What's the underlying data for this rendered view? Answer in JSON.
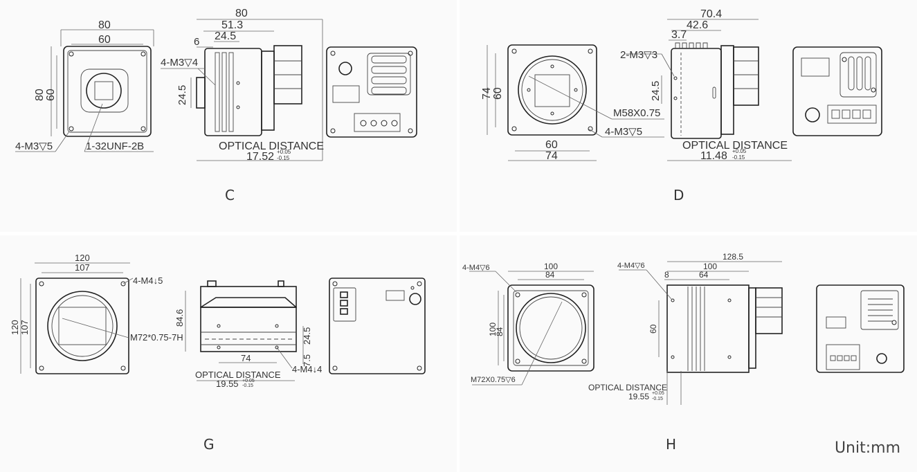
{
  "panels": {
    "c": {
      "letter": "C",
      "front": {
        "w": "80",
        "inner": "60",
        "h": "80",
        "h_inner": "60",
        "mount_holes": "4-M3▽5",
        "thread": "1-32UNF-2B"
      },
      "side": {
        "total": "80",
        "body": "51.3",
        "step": "24.5",
        "flange": "6",
        "holes": "4-M3▽4",
        "height": "24.5",
        "optical_label": "OPTICAL DISTANCE",
        "optical_value": "17.52",
        "tol_plus": "+0.05",
        "tol_minus": "-0.15"
      }
    },
    "d": {
      "letter": "D",
      "front": {
        "h": "74",
        "h_inner": "60",
        "w_inner": "60",
        "w": "74",
        "thread": "M58X0.75",
        "mount_holes": "4-M3▽5"
      },
      "side": {
        "total": "70.4",
        "body": "42.6",
        "flange": "3.7",
        "holes": "2-M3▽3",
        "height": "24.5",
        "optical_label": "OPTICAL DISTANCE",
        "optical_value": "11.48",
        "tol_plus": "+0.05",
        "tol_minus": "-0.15"
      }
    },
    "g": {
      "letter": "G",
      "front": {
        "w": "120",
        "w_inner": "107",
        "h": "120",
        "h_inner": "107",
        "mount_holes": "4-M4↓5",
        "thread": "M72*0.75-7H"
      },
      "side": {
        "height": "84.6",
        "pitch": "24.5",
        "bottom": "7.5",
        "width": "74",
        "holes": "4-M4↓4",
        "optical_label": "OPTICAL DISTANCE",
        "optical_value": "19.55",
        "tol_plus": "+0.05",
        "tol_minus": "-0.15"
      }
    },
    "h": {
      "letter": "H",
      "front": {
        "w": "100",
        "w_inner": "84",
        "h": "100",
        "h_inner": "84",
        "mount_holes": "4-M4▽6",
        "thread": "M72X0.75▽6"
      },
      "side": {
        "total": "128.5",
        "body": "100",
        "inner": "64",
        "flange": "8",
        "holes": "4-M4▽6",
        "height": "60",
        "optical_label": "OPTICAL DISTANCE",
        "optical_value": "19.55",
        "tol_plus": "+0.05",
        "tol_minus": "-0.15"
      }
    }
  },
  "unit": "Unit:mm"
}
